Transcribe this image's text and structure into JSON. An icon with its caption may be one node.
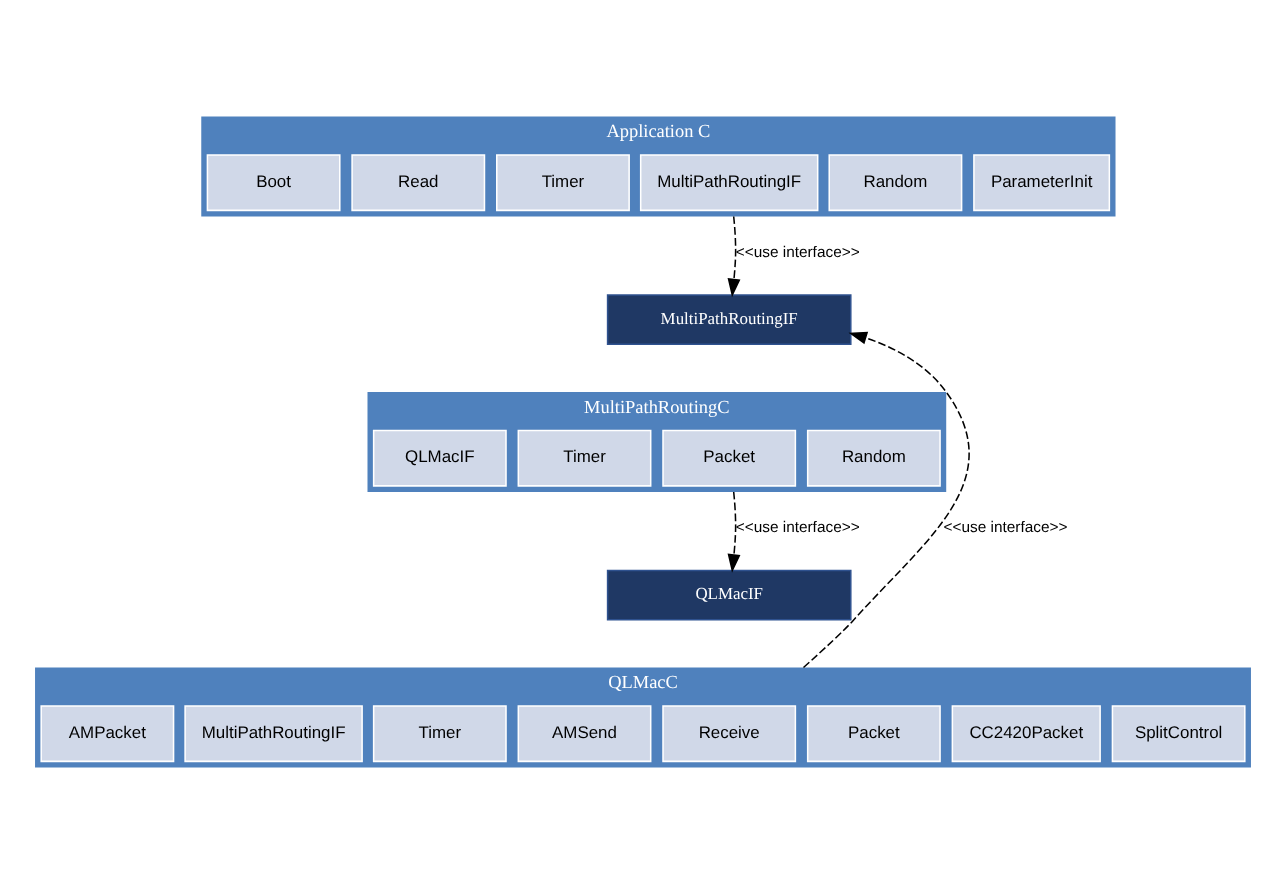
{
  "diagram": {
    "nodes": [
      {
        "text": [
          "Application C"
        ]
      },
      {
        "text": [
          "Boot"
        ],
        "in": 0
      },
      {
        "text": [
          "Read"
        ],
        "in": 0
      },
      {
        "text": [
          "Timer"
        ],
        "in": 0
      },
      {
        "text": [
          "MultiPathRoutingIF"
        ],
        "in": 0
      },
      {
        "text": [
          "Random"
        ],
        "in": 0
      },
      {
        "text": [
          "ParameterInit"
        ],
        "in": 0
      },
      {
        "text": [
          "MultiPathRoutingIF"
        ]
      },
      {
        "text": [
          "MultiPathRoutingC"
        ]
      },
      {
        "text": [
          "QLMacIF"
        ],
        "in": 8
      },
      {
        "text": [
          "Timer"
        ],
        "in": 8
      },
      {
        "text": [
          "Packet"
        ],
        "in": 8
      },
      {
        "text": [
          "Random"
        ],
        "in": 8
      },
      {
        "text": [
          "QLMacIF"
        ]
      },
      {
        "text": [
          "QLMacC"
        ]
      },
      {
        "text": [
          "AMPacket"
        ],
        "in": 14
      },
      {
        "text": [
          "MultiPathRoutingIF"
        ],
        "in": 14
      },
      {
        "text": [
          "Timer"
        ],
        "in": 14
      },
      {
        "text": [
          "AMSend"
        ],
        "in": 14
      },
      {
        "text": [
          "Receive"
        ],
        "in": 14
      },
      {
        "text": [
          "Packet"
        ],
        "in": 14
      },
      {
        "text": [
          "CC2420Packet"
        ],
        "in": 14
      },
      {
        "text": [
          "SplitControl"
        ],
        "in": 14
      }
    ],
    "edges": [
      {
        "from": 0,
        "to": 7,
        "arrow": "to",
        "style": "dashed",
        "label": "<<use interface>>"
      },
      {
        "from": 14,
        "to": 7,
        "arrow": "to",
        "style": "dashed",
        "label": "<<use interface>>"
      },
      {
        "from": 8,
        "to": 13,
        "arrow": "to",
        "style": "dashed",
        "label": "<<use interface>>"
      }
    ]
  }
}
